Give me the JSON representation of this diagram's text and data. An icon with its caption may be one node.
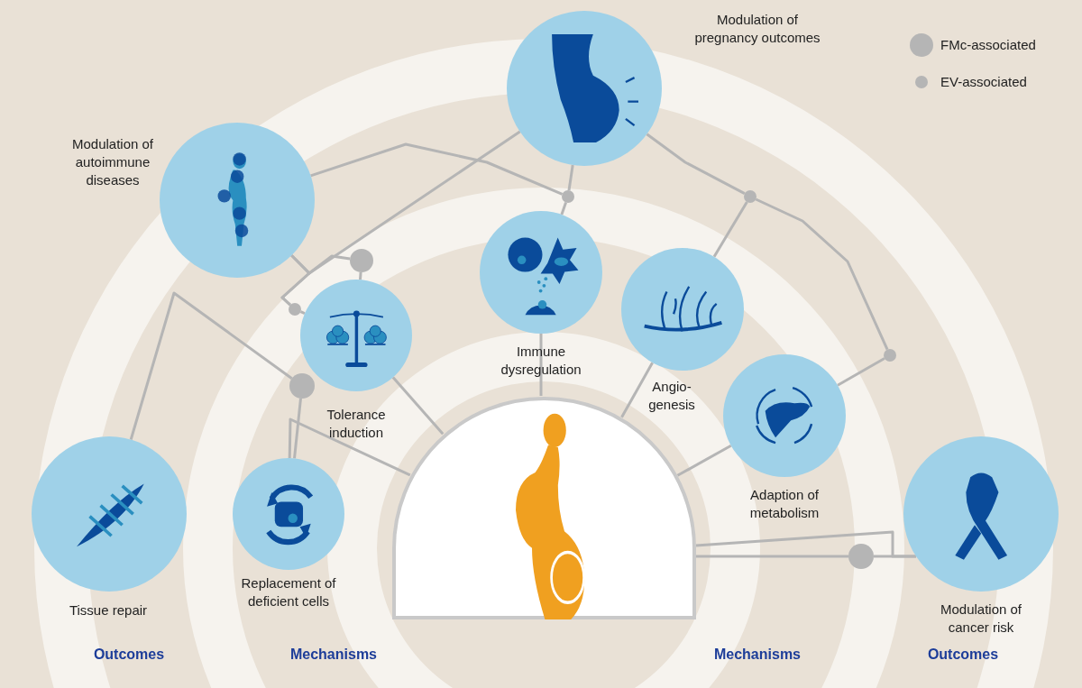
{
  "diagram": {
    "nodes": [
      {
        "text": [],
        "shape": "picture"
      },
      {
        "text": [
          "Tissue repair"
        ]
      },
      {
        "text": [
          "Replacement of deficient cells"
        ]
      },
      {
        "text": [
          "Tolerance induction"
        ]
      },
      {
        "text": [
          "Immune dysregulation"
        ]
      },
      {
        "text": [
          "Angio-genesis"
        ]
      },
      {
        "text": [
          "Adaption of metabolism"
        ]
      },
      {
        "text": [
          "Modulation of autoimmune diseases"
        ]
      },
      {
        "text": [
          "Modulation of pregnancy outcomes"
        ]
      },
      {
        "text": [
          "Modulation of cancer risk"
        ]
      },
      {
        "text": [],
        "shape": "circle"
      },
      {
        "text": [],
        "shape": "circle"
      },
      {
        "text": [],
        "shape": "circle"
      },
      {
        "text": [],
        "shape": "circle"
      },
      {
        "text": [],
        "shape": "circle"
      },
      {
        "text": [],
        "shape": "circle"
      },
      {
        "text": [],
        "shape": "circle"
      }
    ],
    "edges": [
      {
        "from": 0,
        "to": 3,
        "arrow": "none"
      },
      {
        "from": 0,
        "to": 2,
        "arrow": "none"
      },
      {
        "from": 2,
        "to": 12,
        "arrow": "none"
      },
      {
        "from": 12,
        "to": 1,
        "arrow": "none"
      },
      {
        "from": 3,
        "to": 10,
        "arrow": "none"
      },
      {
        "from": 3,
        "to": 11,
        "arrow": "none"
      },
      {
        "from": 10,
        "to": 7,
        "arrow": "none"
      },
      {
        "from": 11,
        "to": 7,
        "arrow": "none"
      },
      {
        "from": 11,
        "to": 8,
        "arrow": "none"
      },
      {
        "from": 4,
        "to": 13,
        "arrow": "none"
      },
      {
        "from": 13,
        "to": 8,
        "arrow": "none"
      },
      {
        "from": 13,
        "to": 7,
        "arrow": "none"
      },
      {
        "from": 5,
        "to": 14,
        "arrow": "none"
      },
      {
        "from": 14,
        "to": 8,
        "arrow": "none"
      },
      {
        "from": 6,
        "to": 15,
        "arrow": "none"
      },
      {
        "from": 15,
        "to": 14,
        "arrow": "none"
      },
      {
        "from": 0,
        "to": 16,
        "arrow": "none"
      },
      {
        "from": 16,
        "to": 9,
        "arrow": "none"
      },
      {
        "from": 0,
        "to": 9,
        "arrow": "none"
      },
      {
        "from": 0,
        "to": 4,
        "arrow": "none"
      },
      {
        "from": 0,
        "to": 5,
        "arrow": "none"
      },
      {
        "from": 0,
        "to": 6,
        "arrow": "none"
      }
    ],
    "labels": [
      "Outcomes",
      "Mechanisms",
      "Mechanisms",
      "Outcomes"
    ],
    "legend": [
      {
        "text": "FMc-associated"
      },
      {
        "text": "EV-associated"
      }
    ]
  }
}
